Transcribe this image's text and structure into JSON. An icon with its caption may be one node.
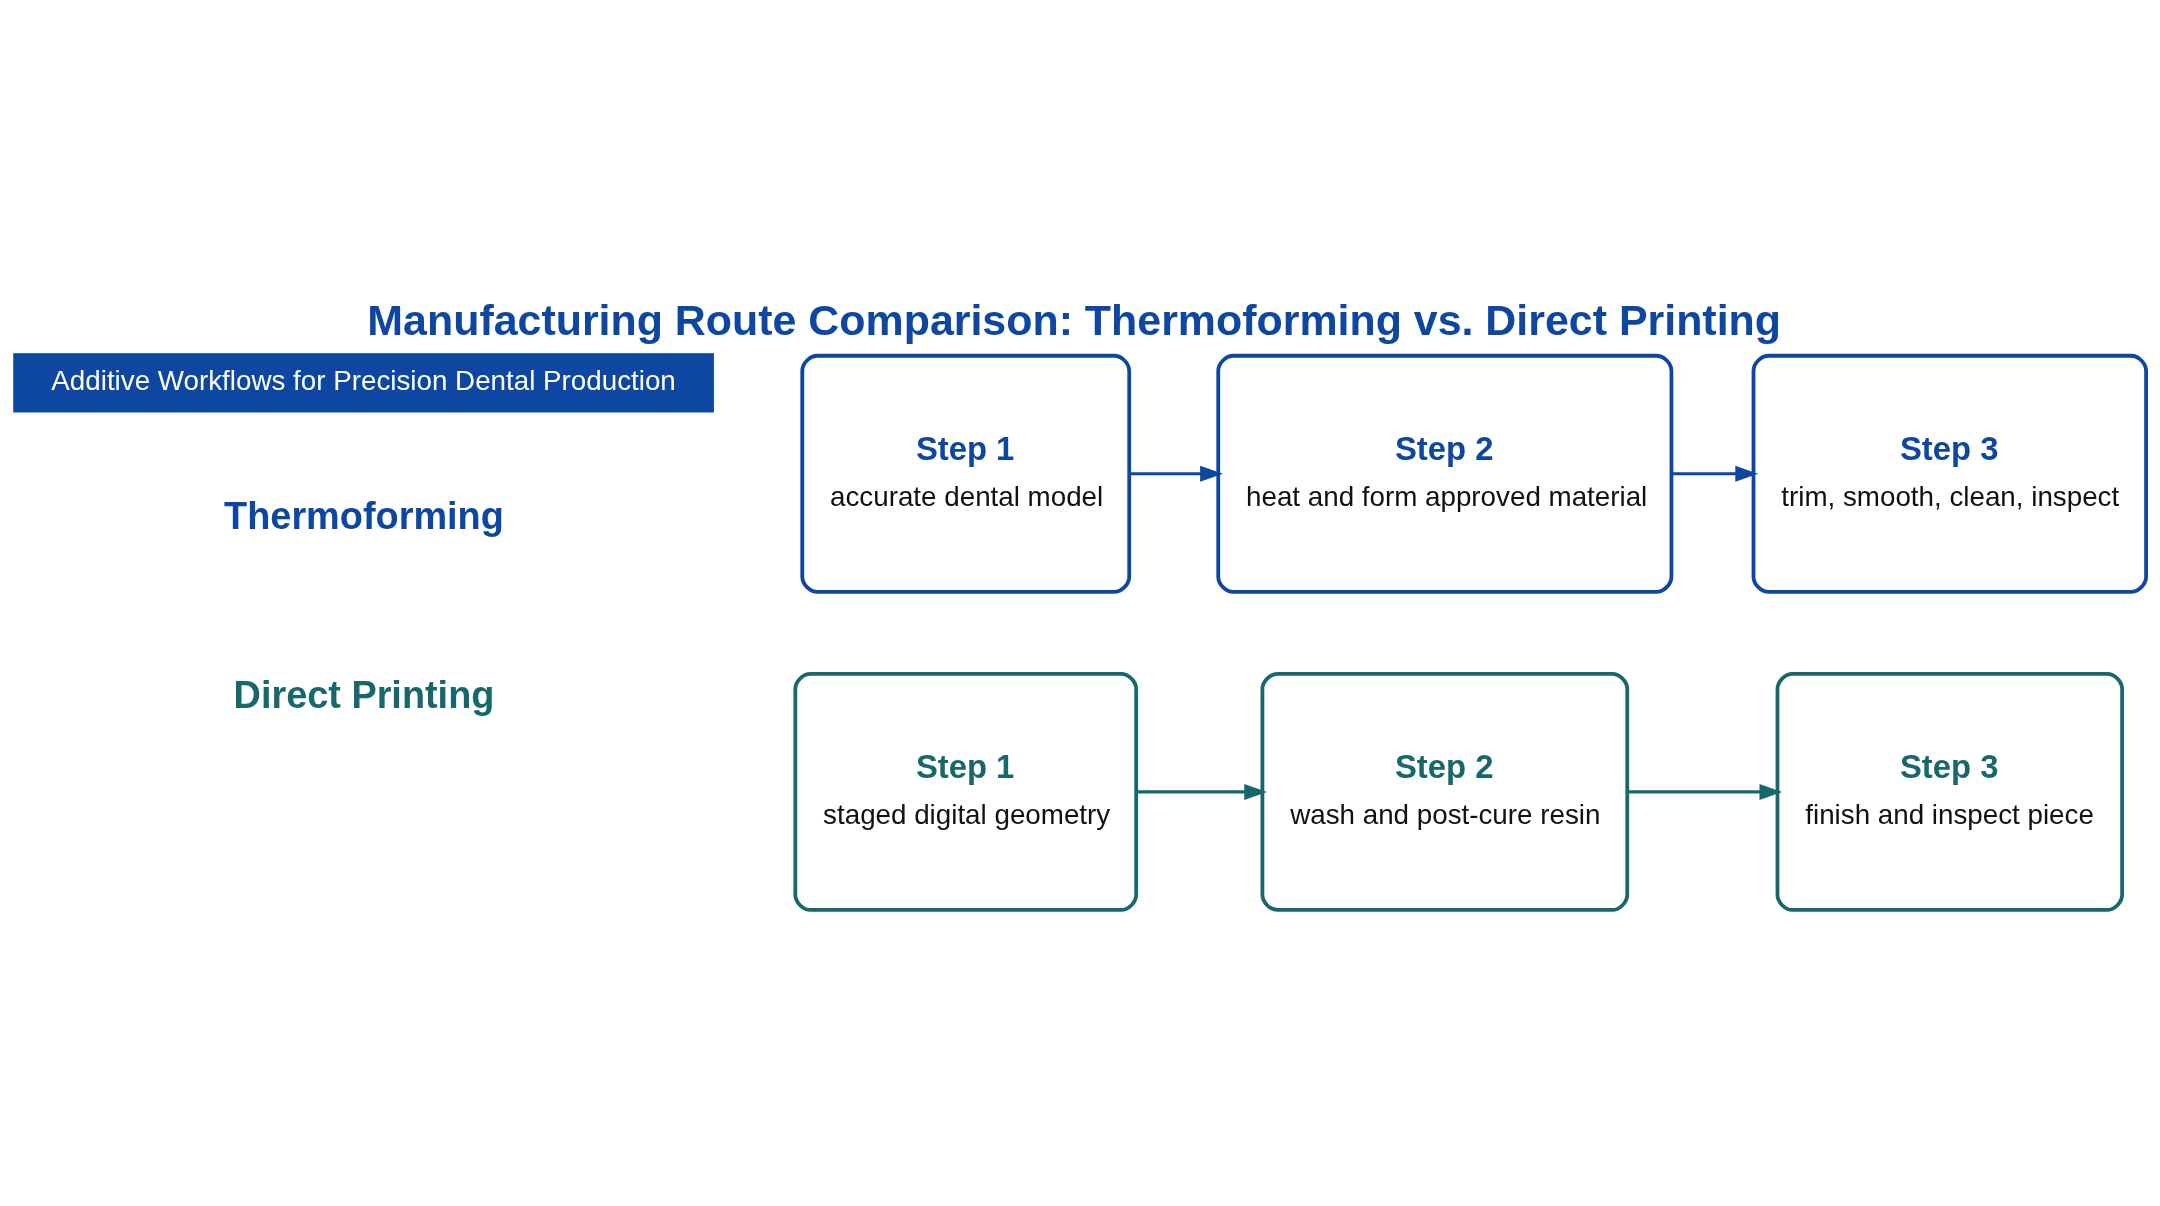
{
  "diagram": {
    "title": "Manufacturing Route Comparison: Thermoforming vs. Direct Printing",
    "nodes": [
      {
        "text": [
          "Step 1",
          "accurate dental model"
        ]
      },
      {
        "text": [
          "Step 2",
          "heat and form approved material"
        ]
      },
      {
        "text": [
          "Step 3",
          "trim, smooth, clean, inspect"
        ]
      },
      {
        "text": [
          "Step 1",
          "staged digital geometry"
        ]
      },
      {
        "text": [
          "Step 2",
          "wash and post-cure resin"
        ]
      },
      {
        "text": [
          "Step 3",
          "finish and inspect piece"
        ]
      }
    ],
    "edges": [
      {
        "from": 0,
        "to": 1,
        "arrow": "to",
        "color": "#0d47a1"
      },
      {
        "from": 1,
        "to": 2,
        "arrow": "to",
        "color": "#0d47a1"
      },
      {
        "from": 3,
        "to": 4,
        "arrow": "to",
        "color": "#17676b"
      },
      {
        "from": 4,
        "to": 5,
        "arrow": "to",
        "color": "#17676b"
      }
    ],
    "labels": [
      "Additive Workflows for Precision Dental Production",
      "Thermoforming",
      "Direct Printing"
    ]
  }
}
